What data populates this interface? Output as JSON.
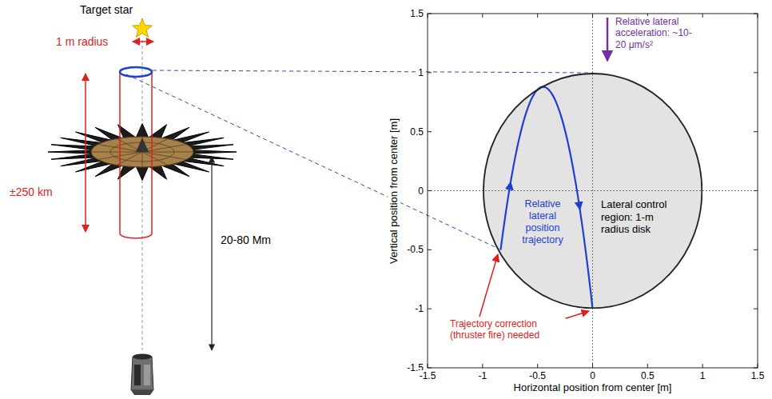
{
  "diagram": {
    "nodes": [
      {
        "text": [
          "Relative lateral position trajectory",
          "Lateral control region: 1-m radius disk"
        ]
      }
    ],
    "labels": [
      "Target star",
      "1 m radius",
      "±250 km",
      "20-80 Mm",
      "Relative lateral acceleration: ~10-20 μm/s²",
      "Trajectory correction (thruster fire) needed",
      "Vertical position from center [m]",
      "Horizontal position from center [m]",
      "1.5",
      "1",
      "0.5",
      "0",
      "-0.5",
      "-1",
      "-1.5",
      "-1.5",
      "-1",
      "-0.5",
      "0",
      "0.5",
      "1",
      "1.5"
    ]
  }
}
